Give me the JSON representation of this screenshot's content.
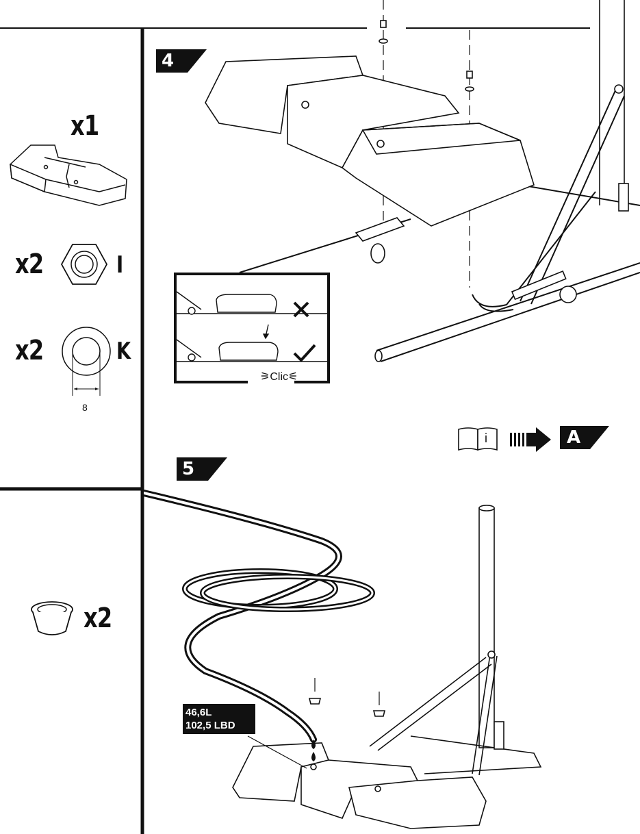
{
  "parts": {
    "base_qty": "x1",
    "nut_qty": "x2",
    "nut_ref": "I",
    "washer_qty": "x2",
    "washer_ref": "K",
    "washer_dim": "8",
    "cap_qty": "x2"
  },
  "steps": {
    "step4": "4",
    "step5": "5",
    "next_ref": "A"
  },
  "detail": {
    "clic": "Clic",
    "info_icon": "i"
  },
  "fill": {
    "volume_l": "46,6L",
    "volume_lbd": "102,5 LBD"
  },
  "colors": {
    "ink": "#111111",
    "paper": "#ffffff"
  }
}
